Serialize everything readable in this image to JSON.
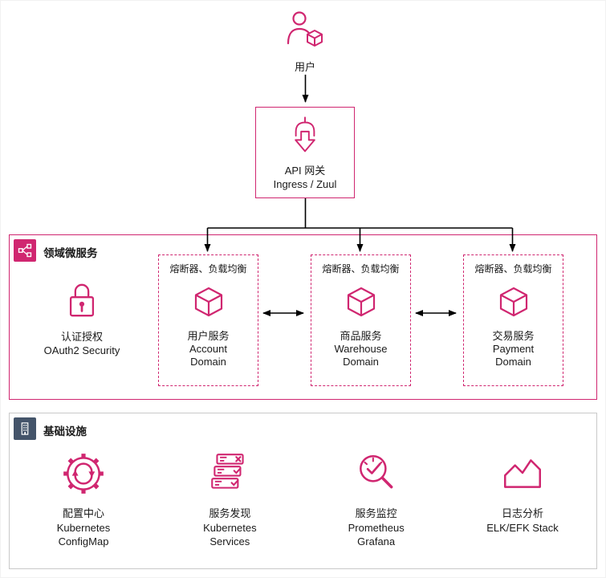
{
  "colors": {
    "accent": "#d02670",
    "text": "#1a1a1a",
    "infra_badge": "#44546a",
    "infra_border": "#c9c9c9",
    "connector": "#000000"
  },
  "user": {
    "label": "用户",
    "icon": "user-with-cube-icon"
  },
  "gateway": {
    "title": "API 网关",
    "subtitle": "Ingress / Zuul",
    "icon": "gateway-route-icon"
  },
  "domain_section": {
    "title": "领域微服务",
    "badge_icon": "microservices-icon",
    "security": {
      "line1": "认证授权",
      "line2": "OAuth2 Security",
      "icon": "lock-icon"
    },
    "services": [
      {
        "badge": "熔断器、负载均衡",
        "name": "用户服务",
        "domain": "Account Domain",
        "icon": "cube-icon"
      },
      {
        "badge": "熔断器、负载均衡",
        "name": "商品服务",
        "domain": "Warehouse Domain",
        "icon": "cube-icon"
      },
      {
        "badge": "熔断器、负载均衡",
        "name": "交易服务",
        "domain": "Payment Domain",
        "icon": "cube-icon"
      }
    ]
  },
  "infra_section": {
    "title": "基础设施",
    "badge_icon": "building-icon",
    "items": [
      {
        "icon": "config-gear-sync-icon",
        "lines": [
          "配置中心",
          "Kubernetes",
          "ConfigMap"
        ]
      },
      {
        "icon": "service-discovery-servers-icon",
        "lines": [
          "服务发现",
          "Kubernetes",
          "Services"
        ]
      },
      {
        "icon": "monitoring-magnifier-icon",
        "lines": [
          "服务监控",
          "Prometheus",
          "Grafana"
        ]
      },
      {
        "icon": "logs-mountain-icon",
        "lines": [
          "日志分析",
          "ELK/EFK Stack"
        ]
      }
    ]
  }
}
